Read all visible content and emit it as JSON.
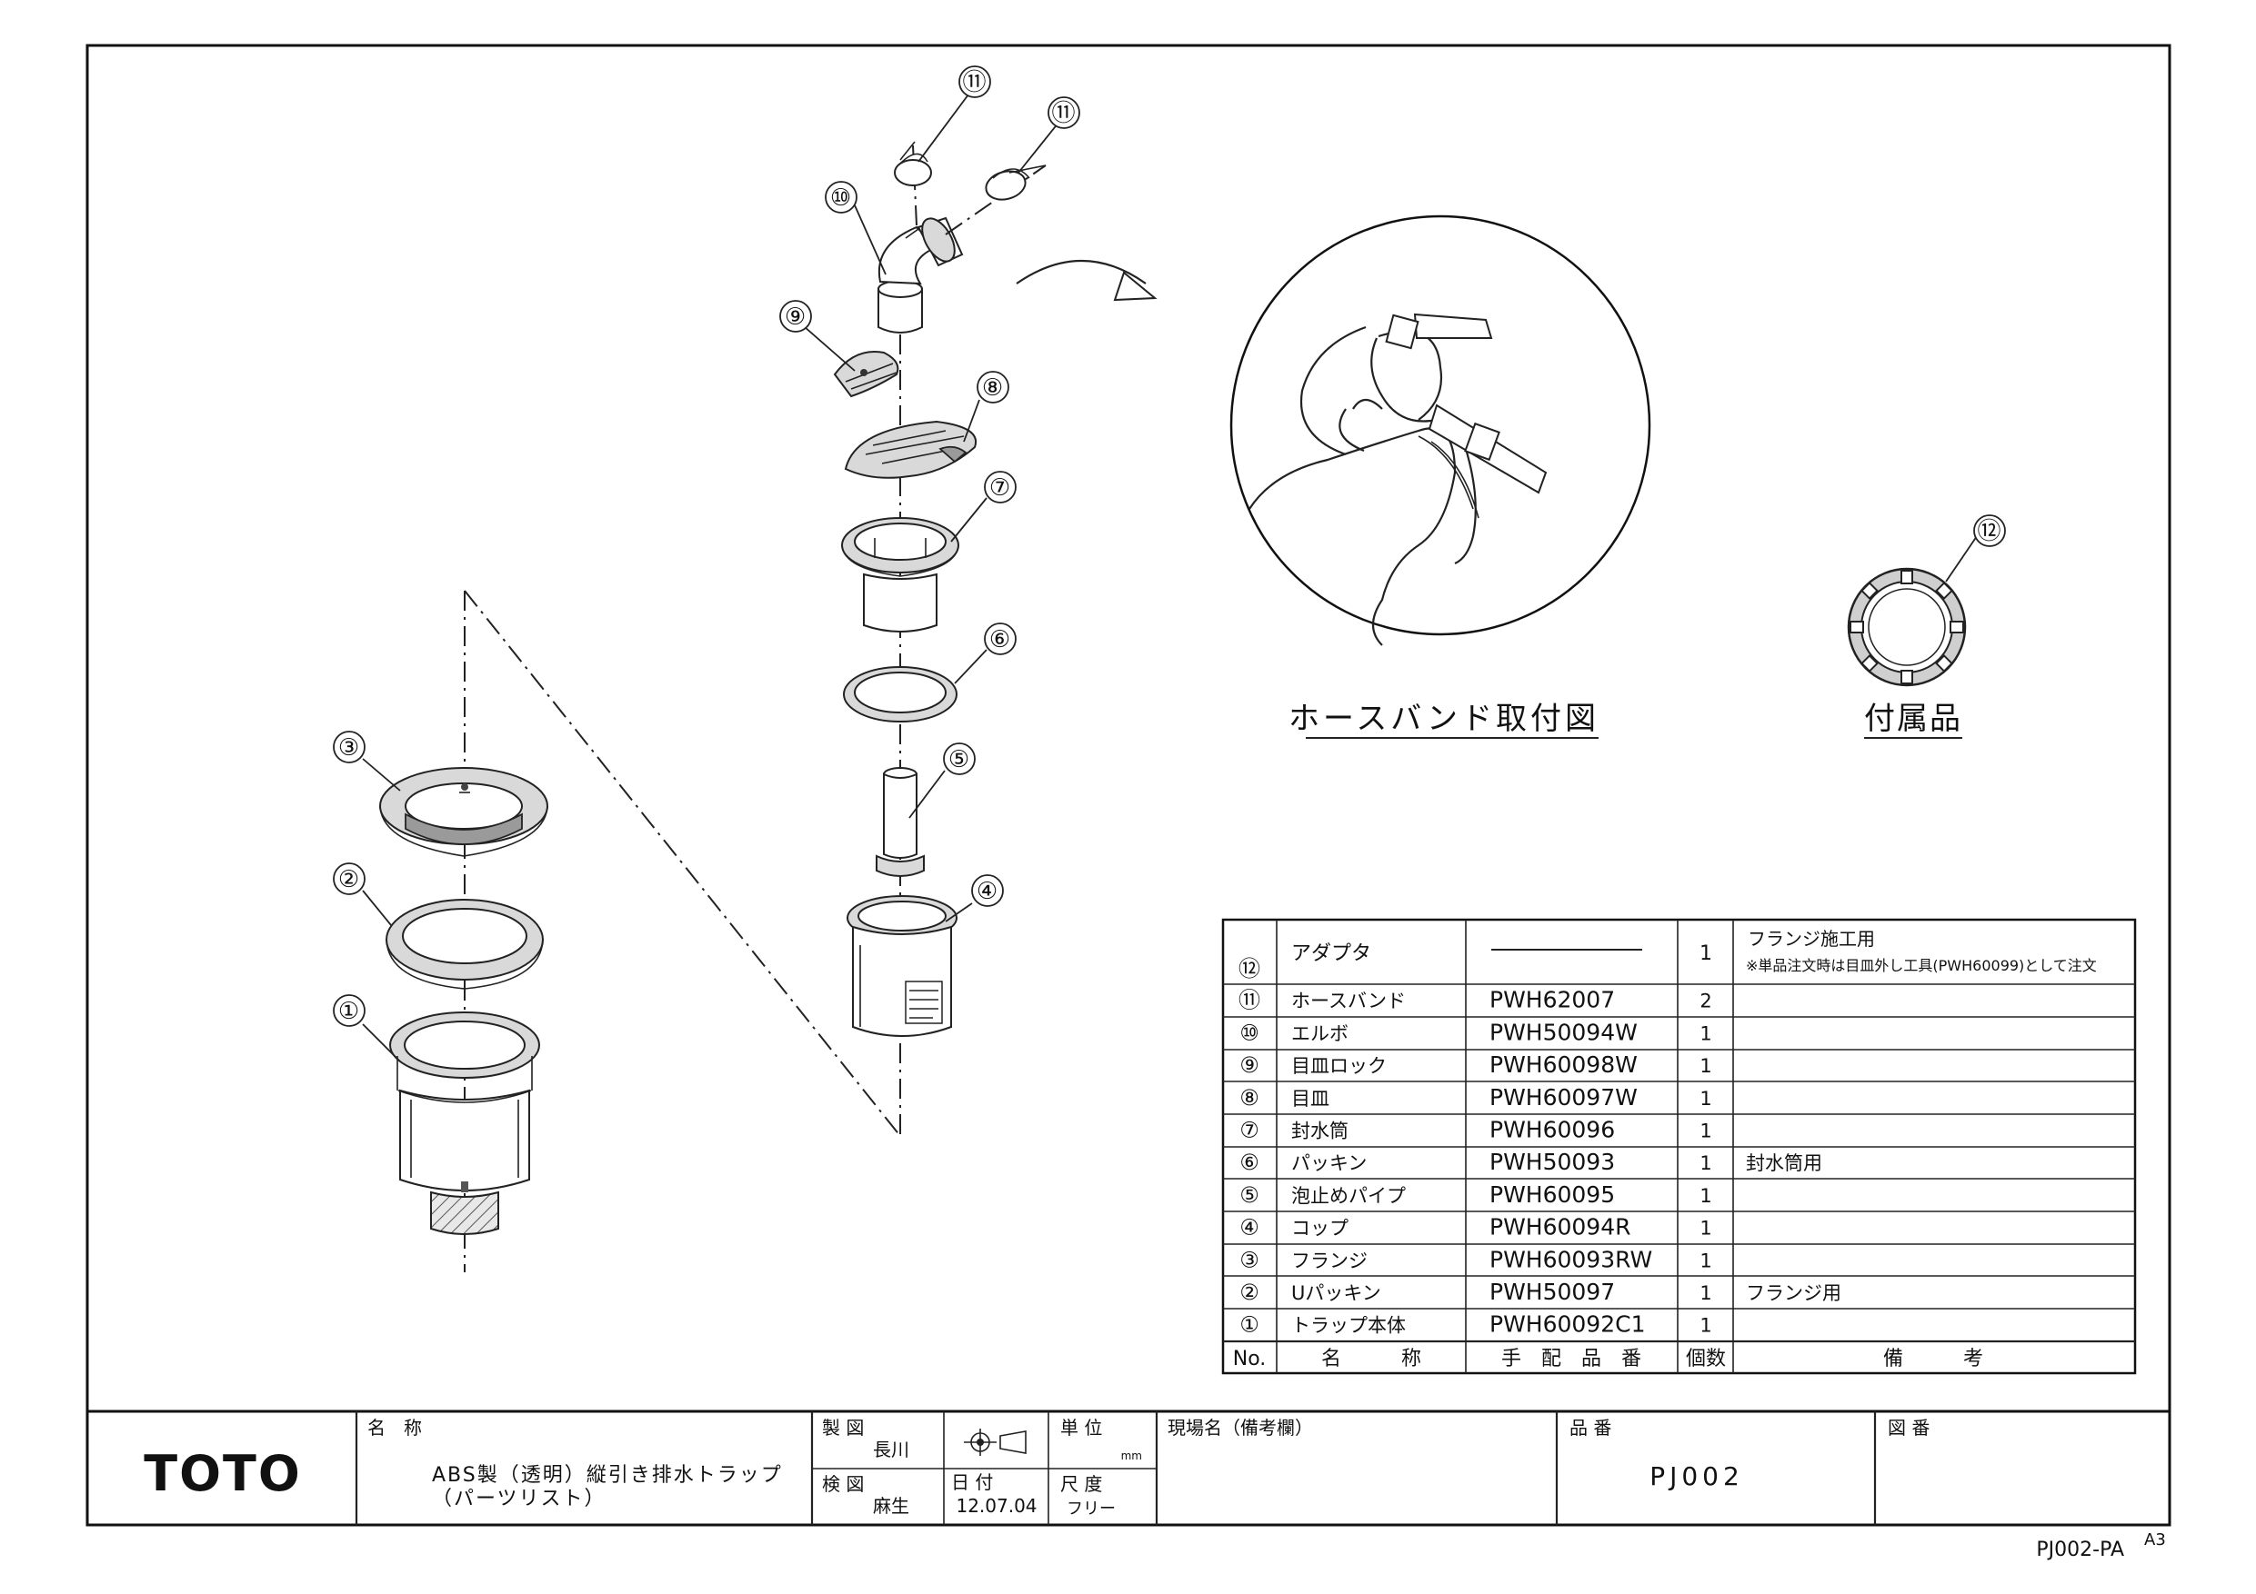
{
  "drawing": {
    "callouts": [
      "①",
      "②",
      "③",
      "④",
      "⑤",
      "⑥",
      "⑦",
      "⑧",
      "⑨",
      "⑩",
      "⑪",
      "⑫"
    ],
    "hose_band_title": "ホースバンド取付図",
    "accessory_title": "付属品"
  },
  "parts_table": {
    "header": {
      "no": "No.",
      "name": "名　　　称",
      "part_no": "手　配　品　番",
      "qty": "個数",
      "remarks": "備　　　考"
    },
    "rows": [
      {
        "no": "⑫",
        "name": "アダプタ",
        "part_no": "――――――――",
        "qty": "1",
        "remarks": "フランジ施工用",
        "remarks2": "※単品注文時は目皿外し工具(PWH60099)として注文"
      },
      {
        "no": "⑪",
        "name": "ホースバンド",
        "part_no": "PWH62007",
        "qty": "2",
        "remarks": ""
      },
      {
        "no": "⑩",
        "name": "エルボ",
        "part_no": "PWH50094W",
        "qty": "1",
        "remarks": ""
      },
      {
        "no": "⑨",
        "name": "目皿ロック",
        "part_no": "PWH60098W",
        "qty": "1",
        "remarks": ""
      },
      {
        "no": "⑧",
        "name": "目皿",
        "part_no": "PWH60097W",
        "qty": "1",
        "remarks": ""
      },
      {
        "no": "⑦",
        "name": "封水筒",
        "part_no": "PWH60096",
        "qty": "1",
        "remarks": ""
      },
      {
        "no": "⑥",
        "name": "パッキン",
        "part_no": "PWH50093",
        "qty": "1",
        "remarks": "封水筒用"
      },
      {
        "no": "⑤",
        "name": "泡止めパイプ",
        "part_no": "PWH60095",
        "qty": "1",
        "remarks": ""
      },
      {
        "no": "④",
        "name": "コップ",
        "part_no": "PWH60094R",
        "qty": "1",
        "remarks": ""
      },
      {
        "no": "③",
        "name": "フランジ",
        "part_no": "PWH60093RW",
        "qty": "1",
        "remarks": ""
      },
      {
        "no": "②",
        "name": "Uパッキン",
        "part_no": "PWH50097",
        "qty": "1",
        "remarks": "フランジ用"
      },
      {
        "no": "①",
        "name": "トラップ本体",
        "part_no": "PWH60092C1",
        "qty": "1",
        "remarks": ""
      }
    ]
  },
  "title_block": {
    "logo": "TOTO",
    "name_label": "名　称",
    "name_line1": "ABS製（透明）縦引き排水トラップ",
    "name_line2": "（パーツリスト）",
    "drawn_label": "製 図",
    "drawn_by": "長川",
    "checked_label": "検 図",
    "checked_by": "麻生",
    "date_label": "日 付",
    "date": "12.07.04",
    "unit_label": "単 位",
    "unit": "mm",
    "scale_label": "尺 度",
    "scale": "フリー",
    "site_label": "現場名（備考欄）",
    "product_label": "品 番",
    "product_no": "PJ002",
    "drawing_label": "図 番"
  },
  "footer": {
    "doc_code": "PJ002-PA",
    "size": "A3"
  }
}
